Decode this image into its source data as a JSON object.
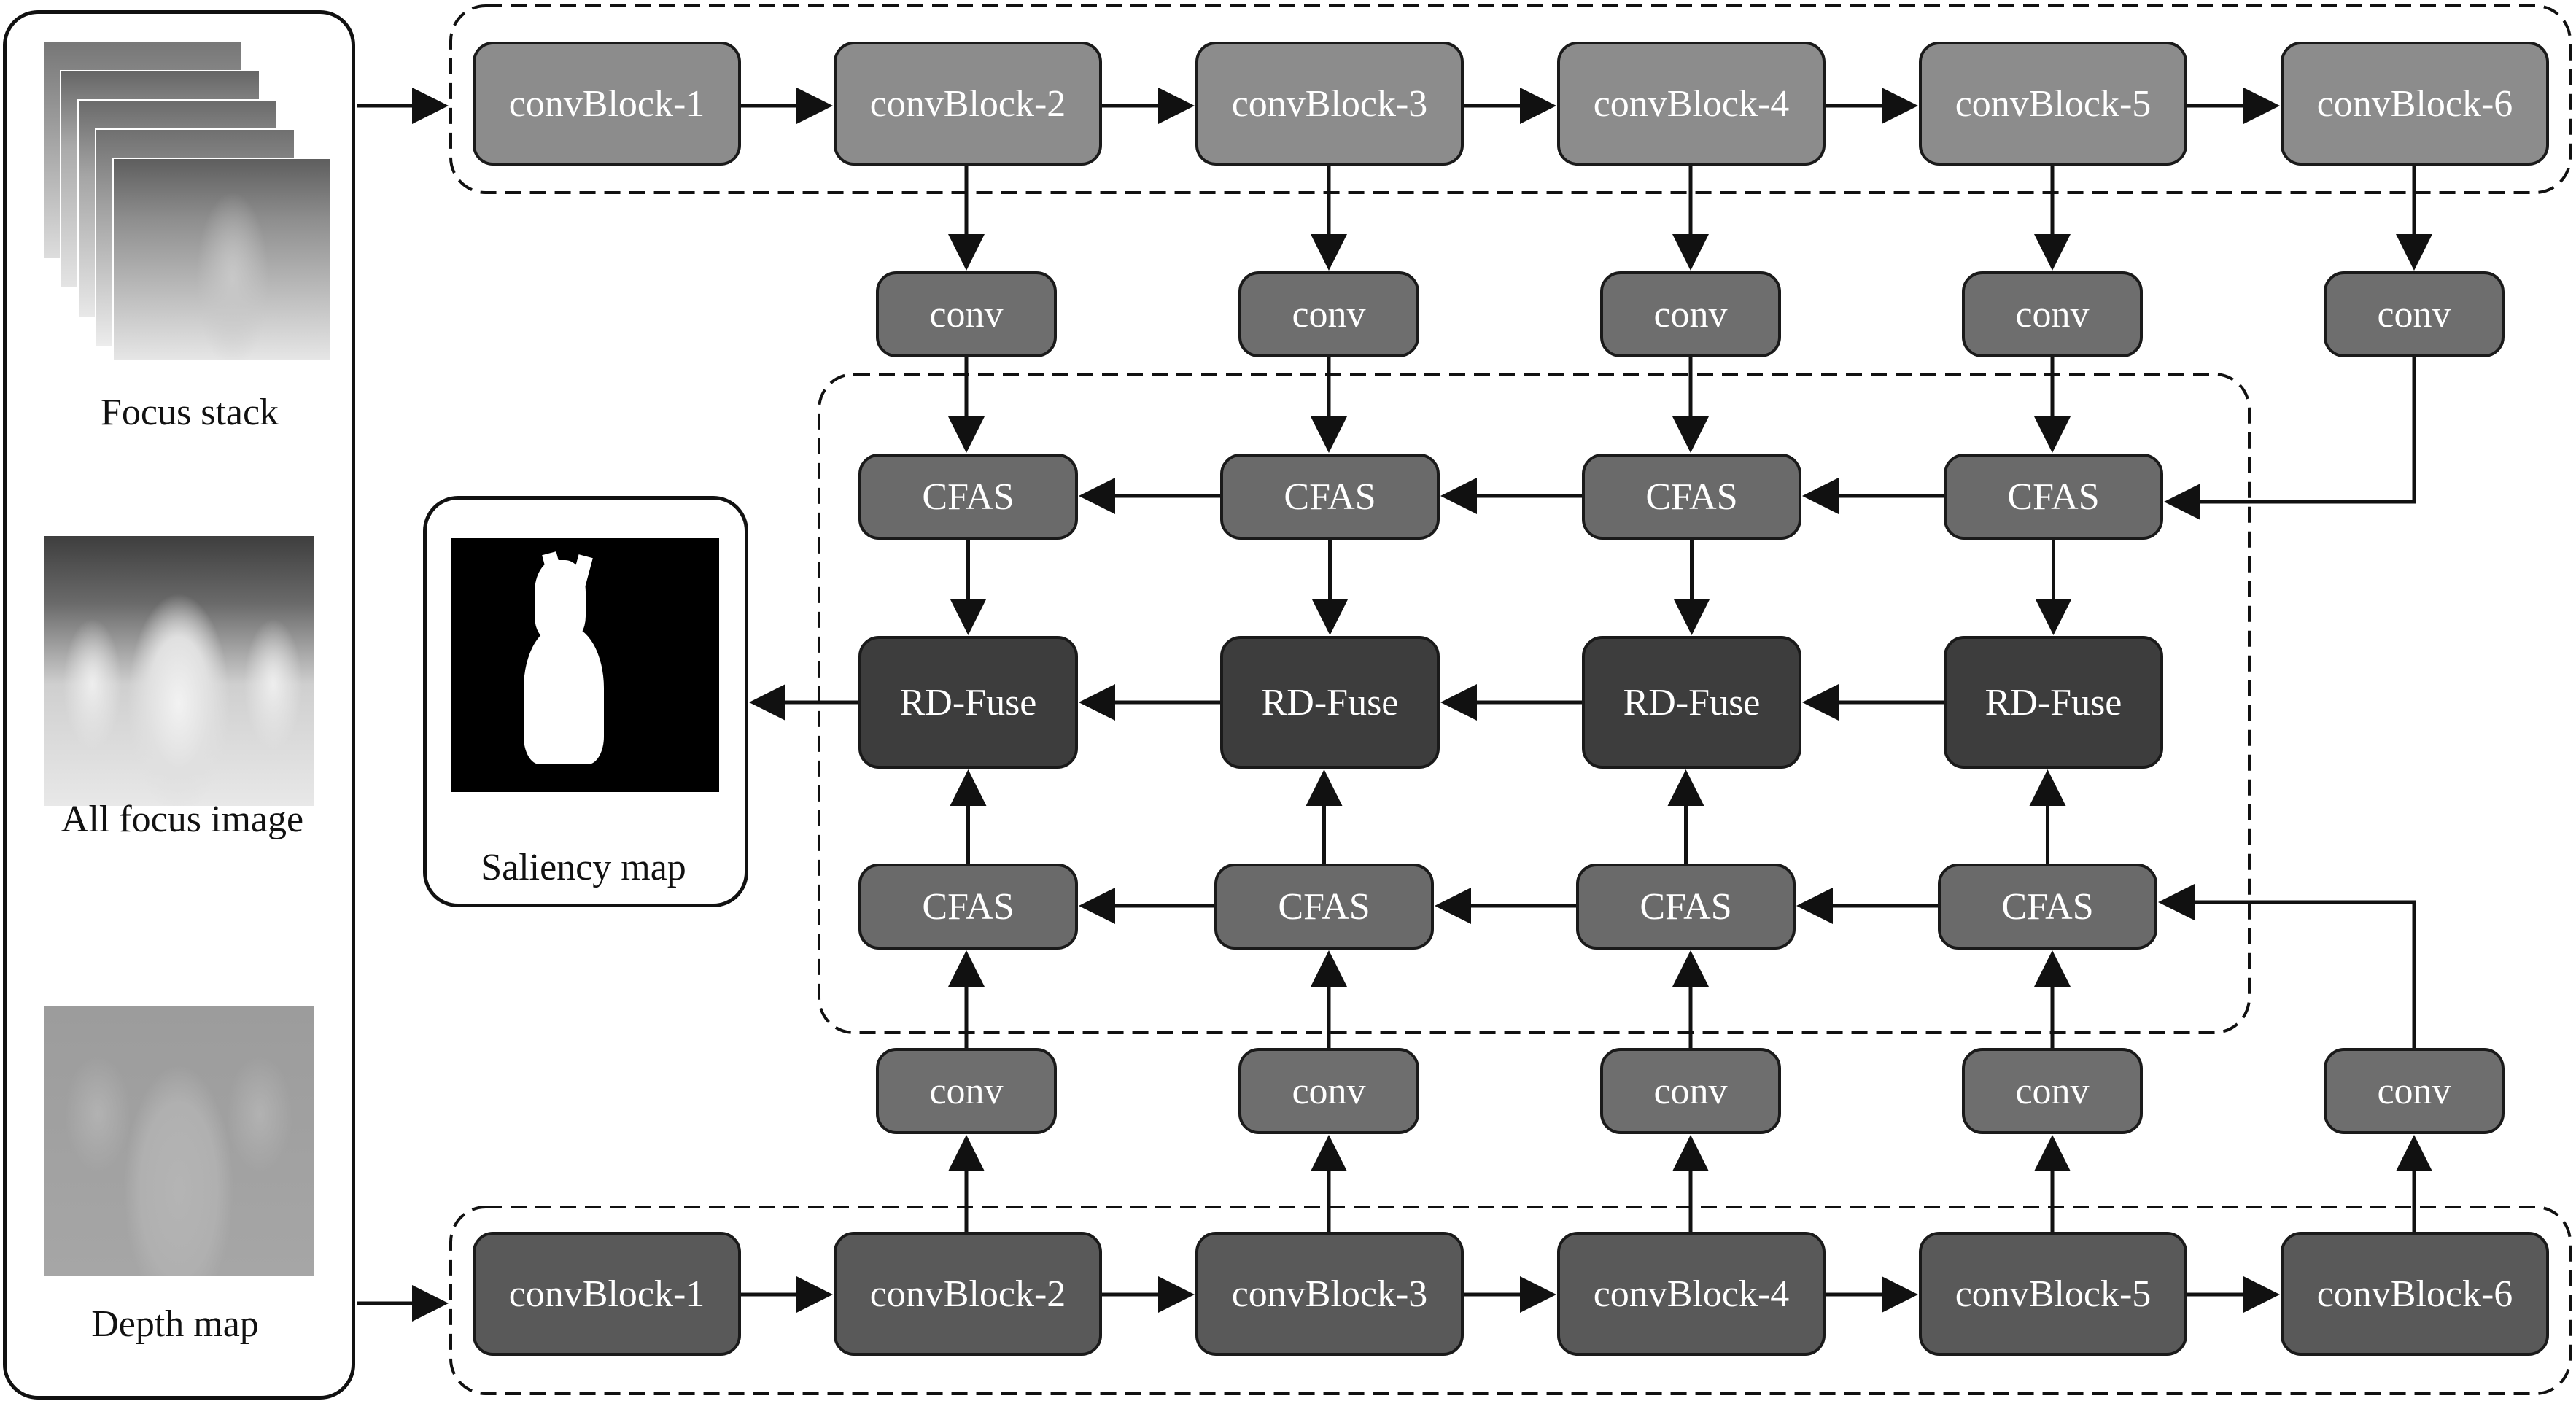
{
  "inputs": {
    "focus_stack_label": "Focus stack",
    "all_focus_label": "All focus image",
    "depth_label": "Depth map"
  },
  "output": {
    "saliency_label": "Saliency map"
  },
  "top_stream": {
    "blocks": [
      "convBlock-1",
      "convBlock-2",
      "convBlock-3",
      "convBlock-4",
      "convBlock-5",
      "convBlock-6"
    ],
    "convs": [
      "conv",
      "conv",
      "conv",
      "conv",
      "conv"
    ],
    "cfas": [
      "CFAS",
      "CFAS",
      "CFAS",
      "CFAS"
    ]
  },
  "fusion": {
    "rd_fuse": [
      "RD-Fuse",
      "RD-Fuse",
      "RD-Fuse",
      "RD-Fuse"
    ]
  },
  "bottom_stream": {
    "blocks": [
      "convBlock-1",
      "convBlock-2",
      "convBlock-3",
      "convBlock-4",
      "convBlock-5",
      "convBlock-6"
    ],
    "convs": [
      "conv",
      "conv",
      "conv",
      "conv",
      "conv"
    ],
    "cfas": [
      "CFAS",
      "CFAS",
      "CFAS",
      "CFAS"
    ]
  },
  "colors": {
    "top_block": "#8c8c8c",
    "bottom_block": "#595959",
    "conv": "#6e6e6e",
    "cfas": "#6a6a6a",
    "rd_fuse": "#3d3d3d",
    "line": "#111111"
  }
}
